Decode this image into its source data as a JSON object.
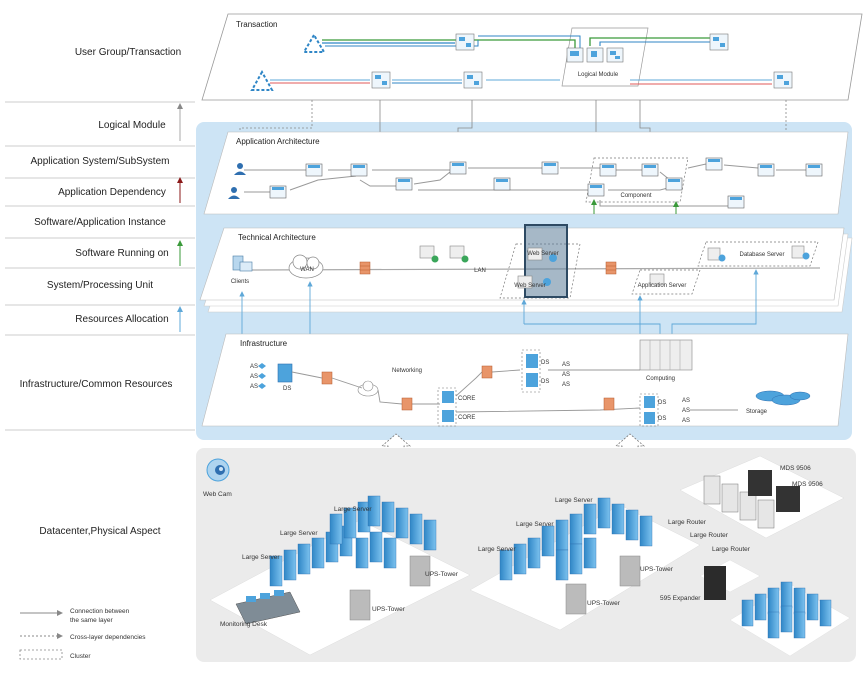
{
  "left_labels": [
    {
      "text": "User Group/Transaction",
      "color": "#222222"
    },
    {
      "text": "Logical Module",
      "color": "#e07b2a"
    },
    {
      "text": "Application System/SubSystem",
      "color": "#222222"
    },
    {
      "text": "Application Dependency",
      "color": "#8b1a1a"
    },
    {
      "text": "Software/Application Instance",
      "color": "#222222"
    },
    {
      "text": "Software Running on",
      "color": "#3a9a3a"
    },
    {
      "text": "System/Processing Unit",
      "color": "#222222"
    },
    {
      "text": "Resources Allocation",
      "color": "#5fa8d8"
    },
    {
      "text": "Infrastructure/Common Resources",
      "color": "#222222"
    },
    {
      "text": "Datacenter,Physical Aspect",
      "color": "#222222"
    }
  ],
  "layers": {
    "transaction": "Transaction",
    "logical_module": "Logical Module",
    "application": "Application Architecture",
    "component": "Component",
    "technical": "Technical Architecture",
    "infrastructure": "Infrastructure"
  },
  "technical_labels": {
    "clients": "Clients",
    "wan": "WAN",
    "lan": "LAN",
    "web_server_1": "Web Server",
    "web_server_2": "Web Server",
    "database_server": "Database Server",
    "application_server": "Application Server"
  },
  "infra_labels": {
    "as": "AS",
    "ds": "DS",
    "networking": "Networking",
    "core": "CORE",
    "computing": "Computing",
    "storage": "Storage"
  },
  "datacenter_labels": {
    "web_cam": "Web Cam",
    "large_server": "Large Server",
    "ups_tower": "UPS-Tower",
    "monitoring_desk": "Monitoring Desk",
    "large_router": "Large Router",
    "mds": "MDS 9506",
    "expander": "595 Expander"
  },
  "legend": {
    "same_layer": "Connection between the same layer",
    "same_layer_1": "Connection between",
    "same_layer_2": "the same layer",
    "cross_layer": "Cross-layer dependencies",
    "cluster": "Cluster"
  },
  "colors": {
    "arrow_orange": "#e07b2a",
    "arrow_red": "#8b1a1a",
    "arrow_green": "#3a9a3a",
    "arrow_blue": "#5fa8d8",
    "layer_blue": "#cde4f5",
    "server_blue": "#4da3dc"
  }
}
